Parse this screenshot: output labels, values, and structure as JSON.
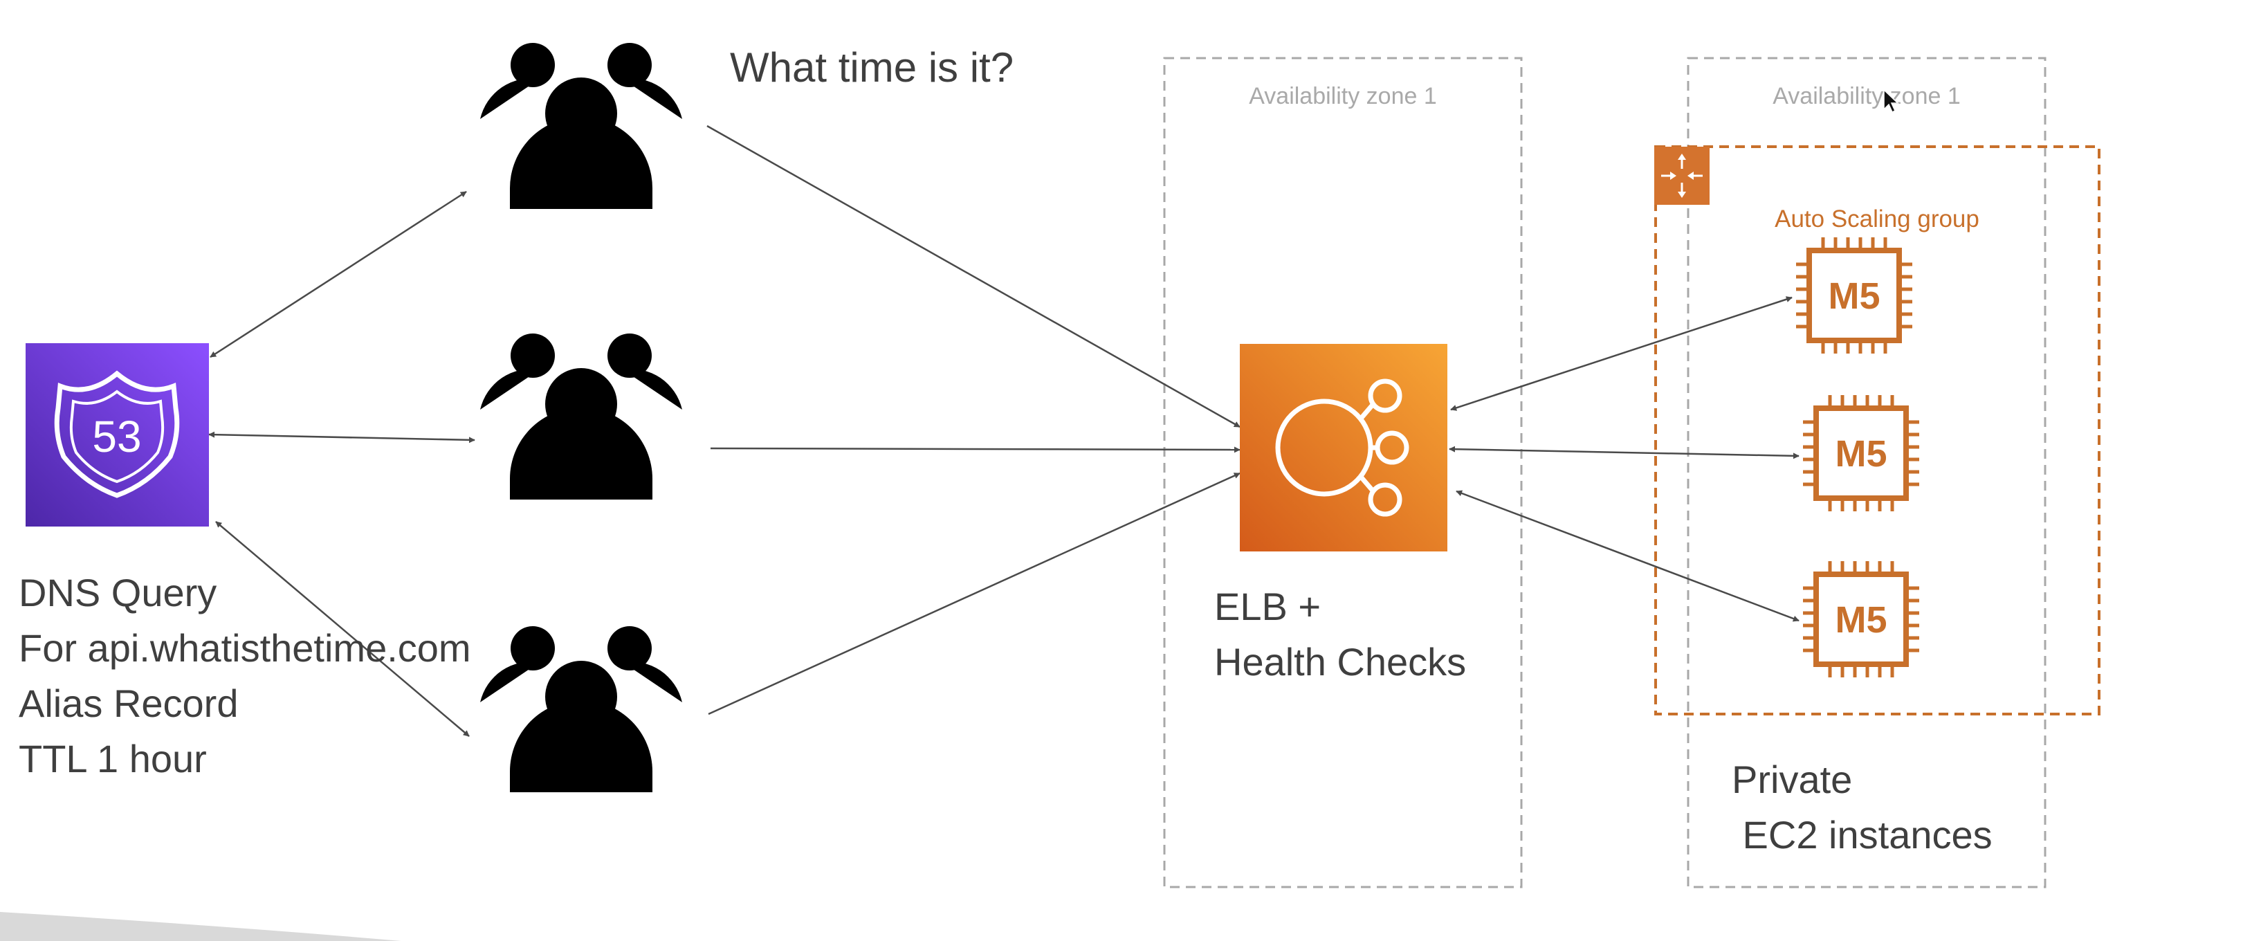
{
  "question": "What time is it?",
  "dns_caption": [
    "DNS Query",
    "For api.whatisthetime.com",
    "Alias Record",
    "TTL 1 hour"
  ],
  "route53_number": "53",
  "az_left": "Availability zone 1",
  "az_right": "Availability zone 1",
  "asg_label": "Auto Scaling group",
  "elb_caption": [
    "ELB +",
    "Health Checks"
  ],
  "instance_labels": [
    "M5",
    "M5",
    "M5"
  ],
  "private_caption": [
    "Private",
    " EC2 instances"
  ],
  "colors": {
    "route53_start": "#8c4fff",
    "route53_end": "#4d27a8",
    "elb_start": "#f7a535",
    "elb_end": "#d45b1a",
    "orange": "#c8702b",
    "dark": "#232f3e",
    "arrow": "#4a4a4a",
    "dashed_gray": "#a8a8a8"
  }
}
